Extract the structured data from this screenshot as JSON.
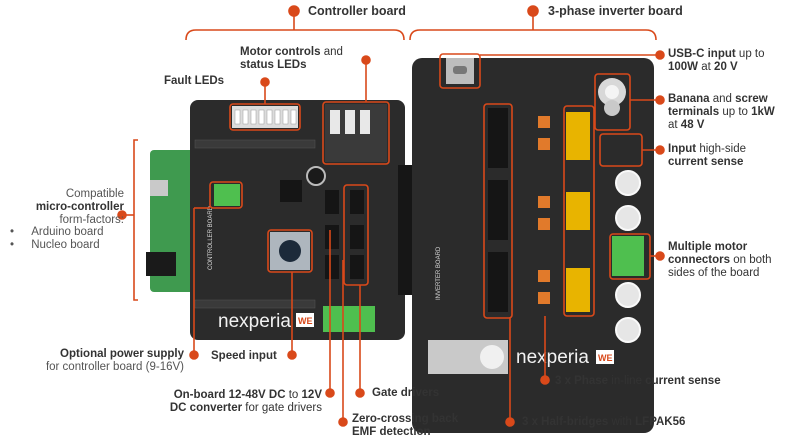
{
  "headers": {
    "controller": "Controller board",
    "inverter": "3-phase inverter board"
  },
  "labels": {
    "fault_leds": "Fault LEDs",
    "motor_controls_a": "Motor controls",
    "motor_controls_b": "and",
    "motor_controls_c": "status LEDs",
    "compatible_1": "Compatible",
    "compatible_2": "micro-controller",
    "compatible_3": "form-factors:",
    "compat_item_1": "Arduino board",
    "compat_item_2": "Nucleo board",
    "opt_power_1": "Optional power supply",
    "opt_power_2": "for controller board (9-16V)",
    "speed_input": "Speed input",
    "dcdc_1a": "On-board 12-48V DC",
    "dcdc_1b": "to",
    "dcdc_1c": "12V",
    "dcdc_2a": "DC converter",
    "dcdc_2b": "for gate drivers",
    "gate_drivers": "Gate drivers",
    "zero_cross_1": "Zero-crossing back",
    "zero_cross_2": "EMF detection",
    "usbc_1a": "USB-C input",
    "usbc_1b": "up to",
    "usbc_2a": "100W",
    "usbc_2b": "at",
    "usbc_2c": "20 V",
    "banana_1a": "Banana",
    "banana_1b": "and",
    "banana_1c": "screw",
    "banana_2a": "terminals",
    "banana_2b": "up to",
    "banana_2c": "1kW",
    "banana_3a": "at",
    "banana_3b": "48 V",
    "input_sense_1a": "Input",
    "input_sense_1b": "high-side",
    "input_sense_2": "current sense",
    "multi_motor_1": "Multiple motor",
    "multi_motor_2a": "connectors",
    "multi_motor_2b": "on both",
    "multi_motor_3": "sides of the board",
    "phase_sense_a": "3 x Phase",
    "phase_sense_b": "in-line",
    "phase_sense_c": "current sense",
    "half_bridge_a": "3 x Half-bridges",
    "half_bridge_b": "with",
    "half_bridge_c": "LFPAK56"
  },
  "board_text": {
    "brand_left": "nexperia",
    "brand_right": "nexperia",
    "controller_silk": "CONTROLLER BOARD",
    "inverter_silk": "INVERTER BOARD",
    "we_logo": "WE"
  },
  "colors": {
    "accent": "#d9491a",
    "pcb": "#2b2b2b",
    "green_pcb": "#3f9a4f"
  }
}
